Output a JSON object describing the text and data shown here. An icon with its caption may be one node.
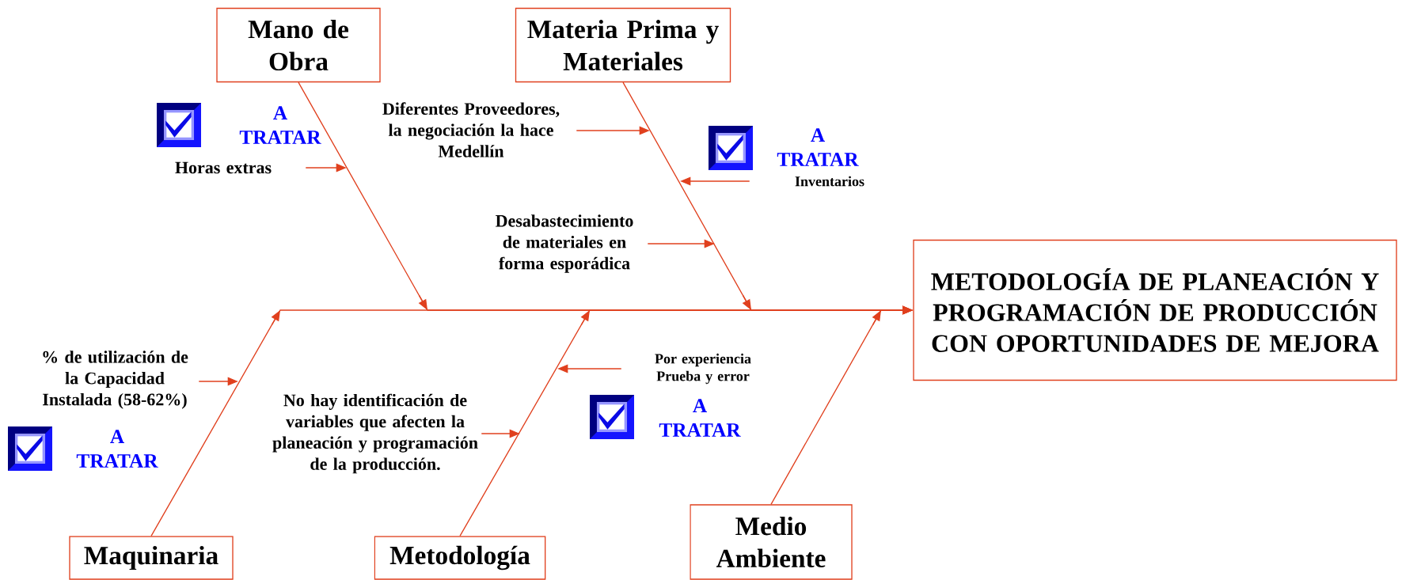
{
  "diagram": {
    "nodes": [
      {
        "text": [
          "Mano de Obra"
        ]
      },
      {
        "text": [
          "Materia Prima y Materiales"
        ]
      },
      {
        "text": [
          "Diferentes Proveedores, la negociación la hace Medellín"
        ]
      },
      {
        "text": [
          "Horas extras"
        ],
        "beside": [
          "A TRATAR"
        ]
      },
      {
        "text": [
          "Inventarios"
        ],
        "beside": [
          "A TRATAR"
        ]
      },
      {
        "text": [
          "Desabastecimiento de materiales en forma esporádica"
        ]
      },
      {
        "text": [
          "METODOLOGÍA DE PLANEACIÓN Y PROGRAMACIÓN DE PRODUCCIÓN CON OPORTUNIDADES DE MEJORA"
        ]
      },
      {
        "text": [
          "% de utilización de la Capacidad Instalada (58-62%)"
        ],
        "beside": [
          "A TRATAR"
        ]
      },
      {
        "text": [
          "Por experiencia Prueba y error"
        ],
        "beside": [
          "A TRATAR"
        ]
      },
      {
        "text": [
          "No hay identificación de variables que afecten la planeación y programación de la producción."
        ]
      },
      {
        "text": [
          "Medio Ambiente"
        ]
      },
      {
        "text": [
          "Maquinaria"
        ]
      },
      {
        "text": [
          "Metodología"
        ]
      }
    ],
    "edges": [
      {
        "from": 0,
        "to": 6,
        "arrow": "to"
      },
      {
        "from": 1,
        "to": 6,
        "arrow": "to"
      },
      {
        "from": 11,
        "to": 6,
        "arrow": "to"
      },
      {
        "from": 12,
        "to": 6,
        "arrow": "to"
      },
      {
        "from": 10,
        "to": 6,
        "arrow": "to"
      },
      {
        "from": 3,
        "to": null,
        "arrow": "to"
      },
      {
        "from": 2,
        "to": null,
        "arrow": "to"
      },
      {
        "from": 4,
        "to": null,
        "arrow": "to"
      },
      {
        "from": 5,
        "to": null,
        "arrow": "to"
      },
      {
        "from": 7,
        "to": null,
        "arrow": "to"
      },
      {
        "from": 9,
        "to": null,
        "arrow": "to"
      },
      {
        "from": 8,
        "to": null,
        "arrow": "to"
      }
    ]
  }
}
